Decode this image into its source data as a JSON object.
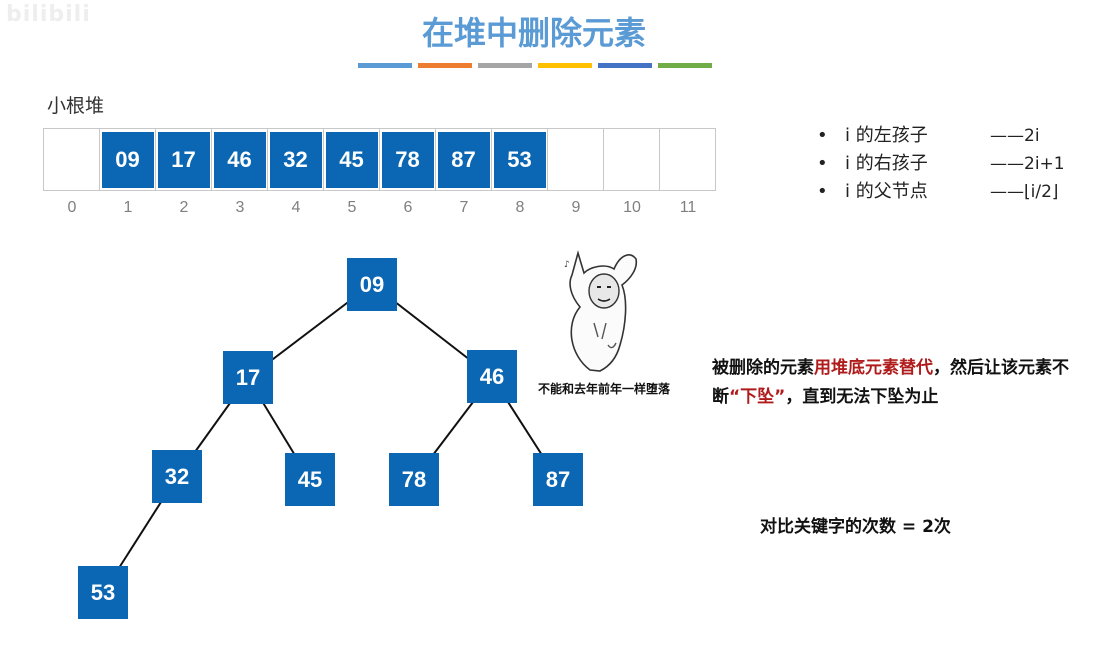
{
  "watermark": "bilibili",
  "title": "在堆中删除元素",
  "stripe_colors": [
    "#5b9bd5",
    "#ed7d31",
    "#a5a5a5",
    "#ffc000",
    "#4472c4",
    "#70ad47"
  ],
  "heap_label": "小根堆",
  "array_cells": [
    "",
    "09",
    "17",
    "46",
    "32",
    "45",
    "78",
    "87",
    "53",
    "",
    "",
    ""
  ],
  "array_indices": [
    "0",
    "1",
    "2",
    "3",
    "4",
    "5",
    "6",
    "7",
    "8",
    "9",
    "10",
    "11"
  ],
  "rules": [
    {
      "bullet": "•",
      "label": "i 的左孩子",
      "formula": "——2i"
    },
    {
      "bullet": "•",
      "label": "i 的右孩子",
      "formula": "——2i+1"
    },
    {
      "bullet": "•",
      "label": "i 的父节点",
      "formula": "——⌊i/2⌋"
    }
  ],
  "tree_nodes": [
    {
      "id": "n1",
      "value": "09"
    },
    {
      "id": "n2",
      "value": "17"
    },
    {
      "id": "n3",
      "value": "46"
    },
    {
      "id": "n4",
      "value": "32"
    },
    {
      "id": "n5",
      "value": "45"
    },
    {
      "id": "n6",
      "value": "78"
    },
    {
      "id": "n7",
      "value": "87"
    },
    {
      "id": "n8",
      "value": "53"
    }
  ],
  "meme_caption": "不能和去年前年一样堕落",
  "description": {
    "part1": "被删除的元素",
    "part2_red": "用堆底元素替代",
    "part3": "，然后让该元素不断",
    "part4_red": "“下坠”",
    "part5": "，直到无法下坠为止"
  },
  "compare_text": "对比关键字的次数 = 2次",
  "colors": {
    "node_fill": "#0b67b3",
    "title": "#5b9bd5",
    "emphasis": "#b01c1c"
  }
}
